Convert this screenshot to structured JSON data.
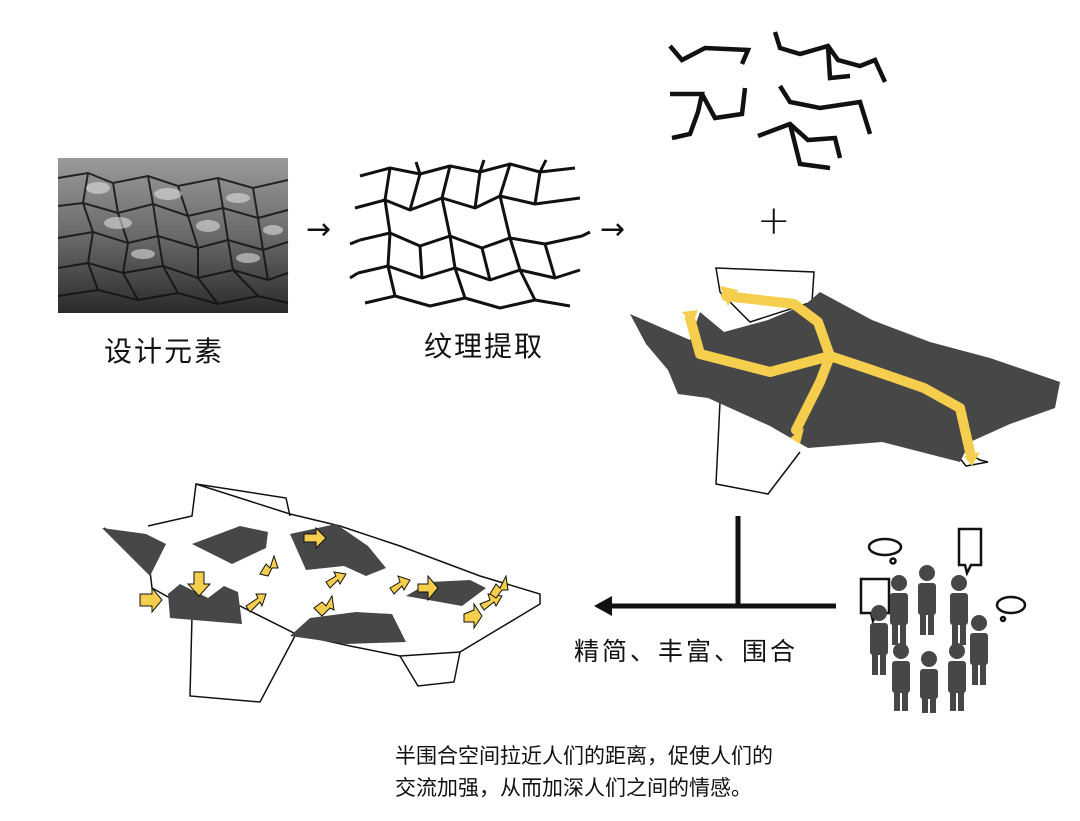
{
  "steps": {
    "element_label": "设计元素",
    "texture_label": "纹理提取",
    "plus": "+"
  },
  "result_label": "精简、丰富、围合",
  "description": [
    "半围合空间拉近人们的距离，促使人们的",
    "交流加强，从而加深人们之间的情感。"
  ],
  "colors": {
    "dark_fill": "#474747",
    "accent_yellow": "#f4ce4c",
    "line": "#111111"
  },
  "icons": [
    "bark-texture-image",
    "crack-texture-icon",
    "branch-lines-icon",
    "plan-shape-icon",
    "people-group-icon",
    "speech-bubble-icon",
    "thought-bubble-icon"
  ]
}
